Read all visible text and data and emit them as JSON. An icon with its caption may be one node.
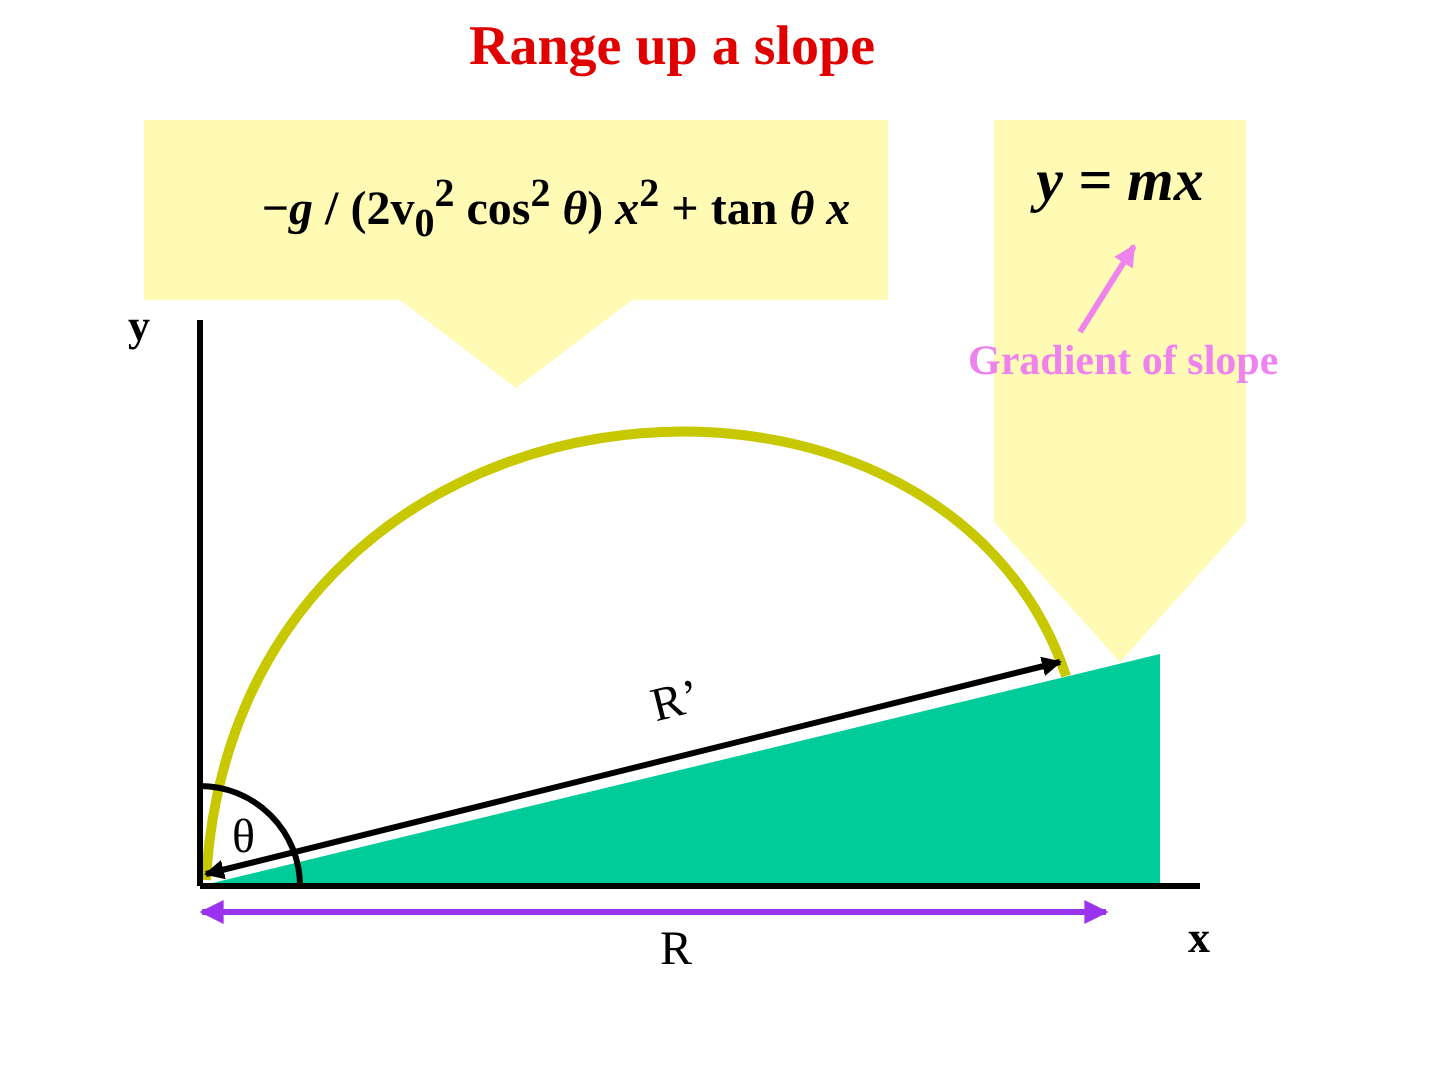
{
  "diagram": {
    "title": "Range up a slope",
    "nodes": [
      {
        "text": [
          "−*g* / (2v$_{0}$$^{2}$ cos$^{2}$ *θ*) *x*$^{2}$ + tan *θ* *x*"
        ]
      },
      {
        "text": [
          "y = mx"
        ]
      },
      {
        "text": [
          "Gradient of slope"
        ]
      },
      {
        "text": [],
        "shape": "curve"
      },
      {
        "text": [],
        "shape": "triangle"
      }
    ],
    "edges": [
      {
        "from": 0,
        "to": 3,
        "arrow": "to",
        "style": "thick"
      },
      {
        "from": 1,
        "to": 4,
        "arrow": "to",
        "style": "thick"
      },
      {
        "from": 2,
        "to": 1,
        "arrow": "to",
        "color": "#ee82ee"
      }
    ],
    "labels": [
      "y",
      "R’",
      "θ",
      "R",
      "x"
    ]
  }
}
